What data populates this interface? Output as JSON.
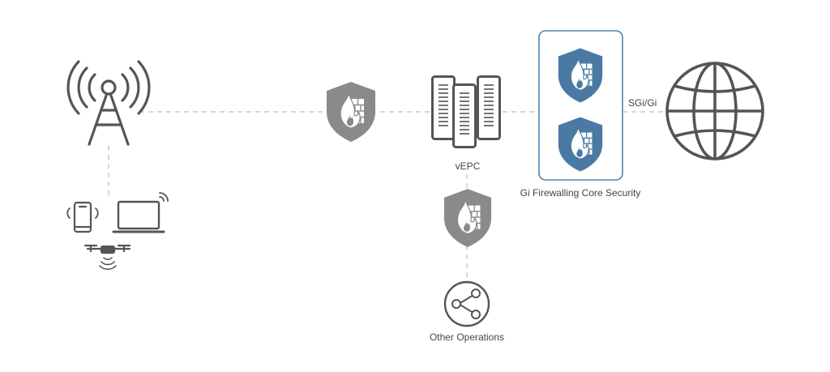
{
  "labels": {
    "vepc": "vEPC",
    "gi_firewalling": "Gi Firewalling Core Security",
    "sgi": "SGi/Gi",
    "other_operations": "Other Operations"
  },
  "colors": {
    "line": "#555555",
    "dash": "#bdbdbd",
    "shield_gray": "#888888",
    "shield_blue": "#4a7aa3",
    "group_border": "#4a86b4"
  },
  "icons": [
    "cell-tower-icon",
    "smartphone-icon",
    "laptop-icon",
    "drone-icon",
    "firewall-shield-icon",
    "server-icon",
    "globe-icon",
    "share-icon"
  ]
}
